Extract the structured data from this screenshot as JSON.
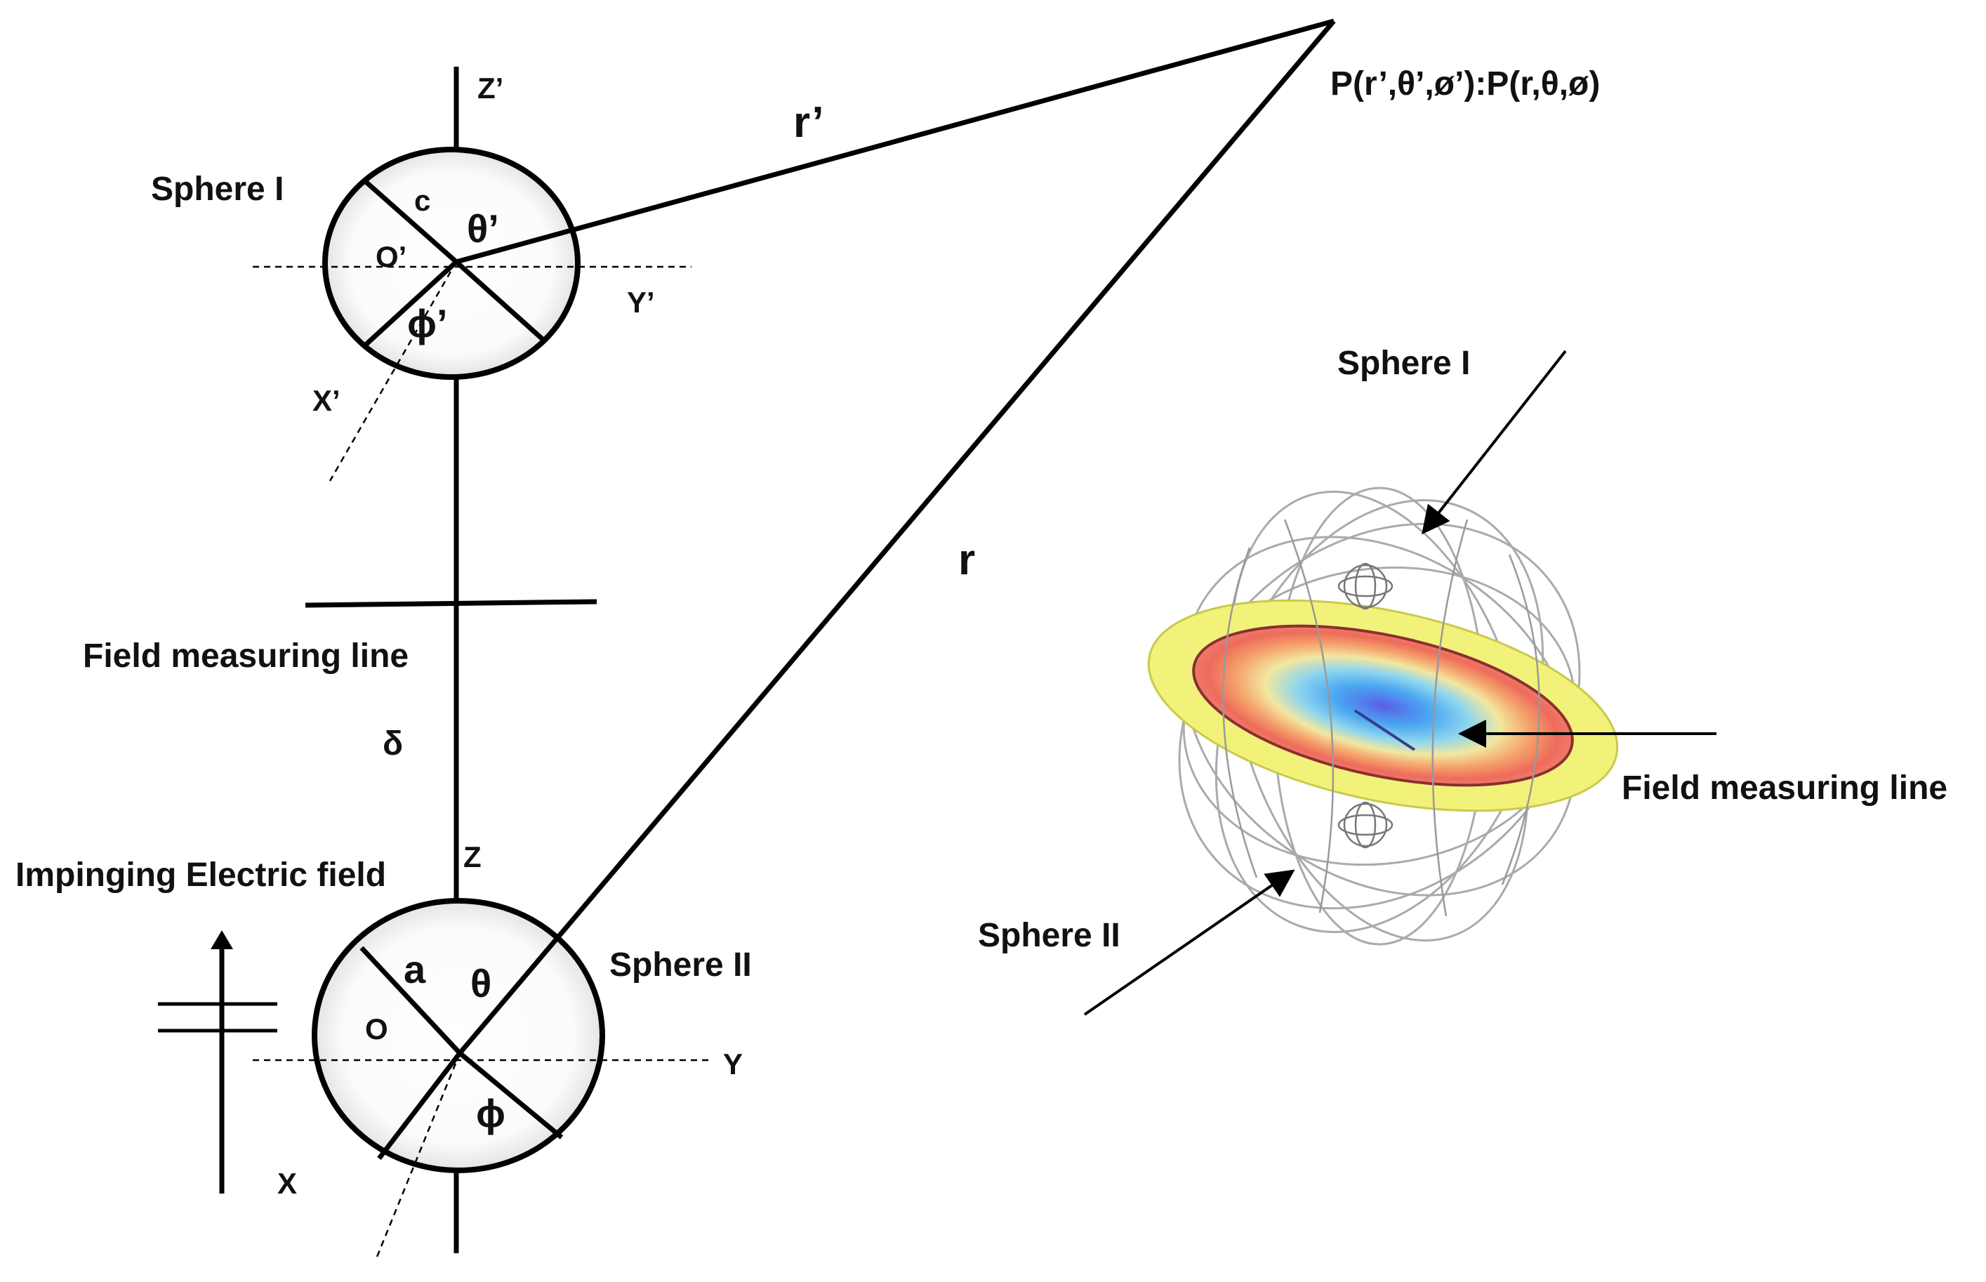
{
  "point_label": "P(r’,θ’,ø’):P(r,θ,ø)",
  "left": {
    "sphere1_label": "Sphere I",
    "sphere2_label": "Sphere II",
    "axis_z_prime": "Z’",
    "axis_y_prime": "Y’",
    "axis_x_prime": "X’",
    "origin_prime": "O’",
    "radius_c": "c",
    "theta_prime": "θ’",
    "phi_prime": "ϕ’",
    "r_prime": "r’",
    "r": "r",
    "field_line_label": "Field measuring line",
    "delta": "δ",
    "axis_z": "Z",
    "axis_y": "Y",
    "axis_x": "X",
    "origin": "O",
    "radius_a": "a",
    "theta": "θ",
    "phi": "ϕ",
    "impinging_label": "Impinging Electric field"
  },
  "right": {
    "sphere1_label": "Sphere I",
    "sphere2_label": "Sphere II",
    "field_line_label": "Field measuring line"
  }
}
